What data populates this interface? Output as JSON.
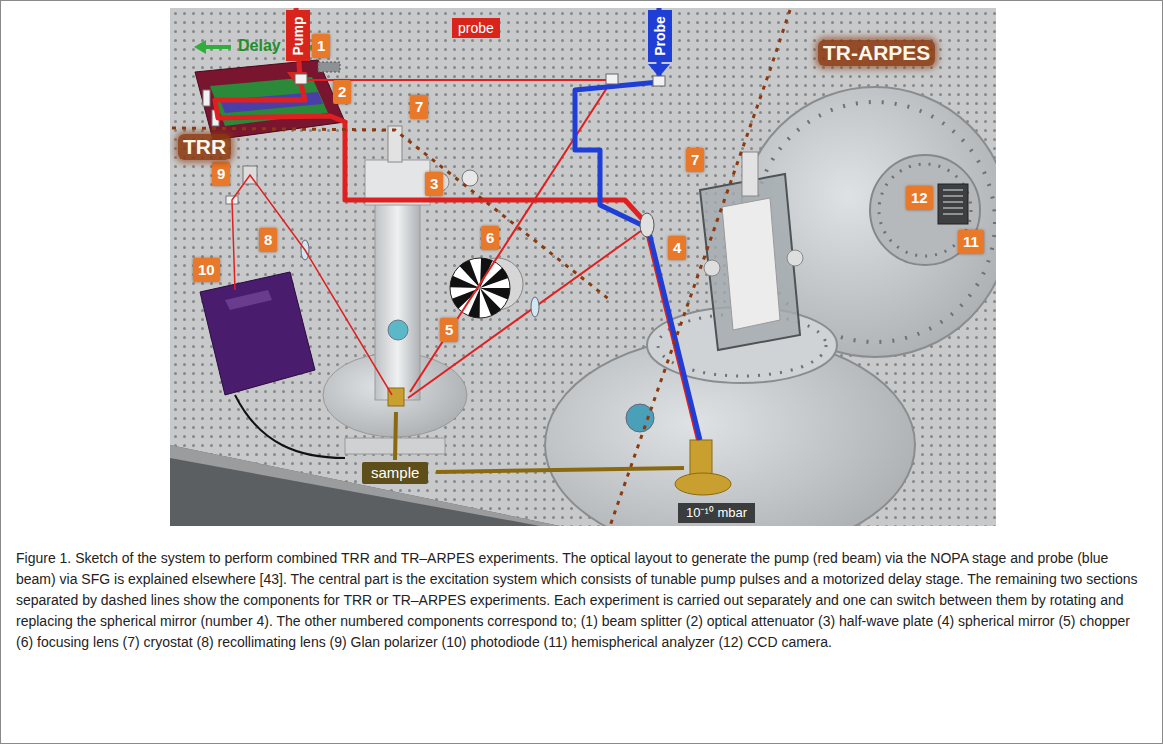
{
  "diagram": {
    "caption": "Figure 1. Sketch of the system to perform combined TRR and TR–ARPES experiments. The optical layout to generate the pump (red beam) via the NOPA stage and probe (blue beam) via SFG is explained elsewhere [43]. The central part is the excitation system which consists of tunable pump pulses and a motorized delay stage. The remaining two sections separated by dashed lines show the components for TRR or TR–ARPES experiments. Each experiment is carried out separately and one can switch between them by rotating and replacing the spherical mirror (number 4). The other numbered components correspond to; (1) beam splitter (2) optical attenuator (3) half-wave plate (4) spherical mirror (5) chopper (6) focusing lens (7) cryostat (8) recollimating lens (9) Glan polarizer (10) photodiode (11) hemispherical analyzer (12) CCD camera.",
    "nodes": [
      {
        "text": [
          "Pump"
        ]
      },
      {
        "text": [
          "probe"
        ]
      },
      {
        "text": [
          "Probe"
        ]
      },
      {
        "text": [
          "1"
        ]
      },
      {
        "text": [
          "2"
        ]
      },
      {
        "text": [
          "3"
        ]
      },
      {
        "text": [
          "4"
        ]
      },
      {
        "text": [
          "5"
        ]
      },
      {
        "text": [
          "6"
        ]
      },
      {
        "text": [
          "7"
        ]
      },
      {
        "text": [
          "7"
        ]
      },
      {
        "text": [
          "8"
        ]
      },
      {
        "text": [
          "9"
        ]
      },
      {
        "text": [
          "10"
        ]
      },
      {
        "text": [
          "11"
        ]
      },
      {
        "text": [
          "12"
        ]
      },
      {
        "text": [
          "sample"
        ]
      },
      {
        "text": [
          "10⁻¹⁰ mbar"
        ]
      }
    ],
    "labels": [
      "Delay",
      "TR-ARPES",
      "TRR"
    ]
  }
}
